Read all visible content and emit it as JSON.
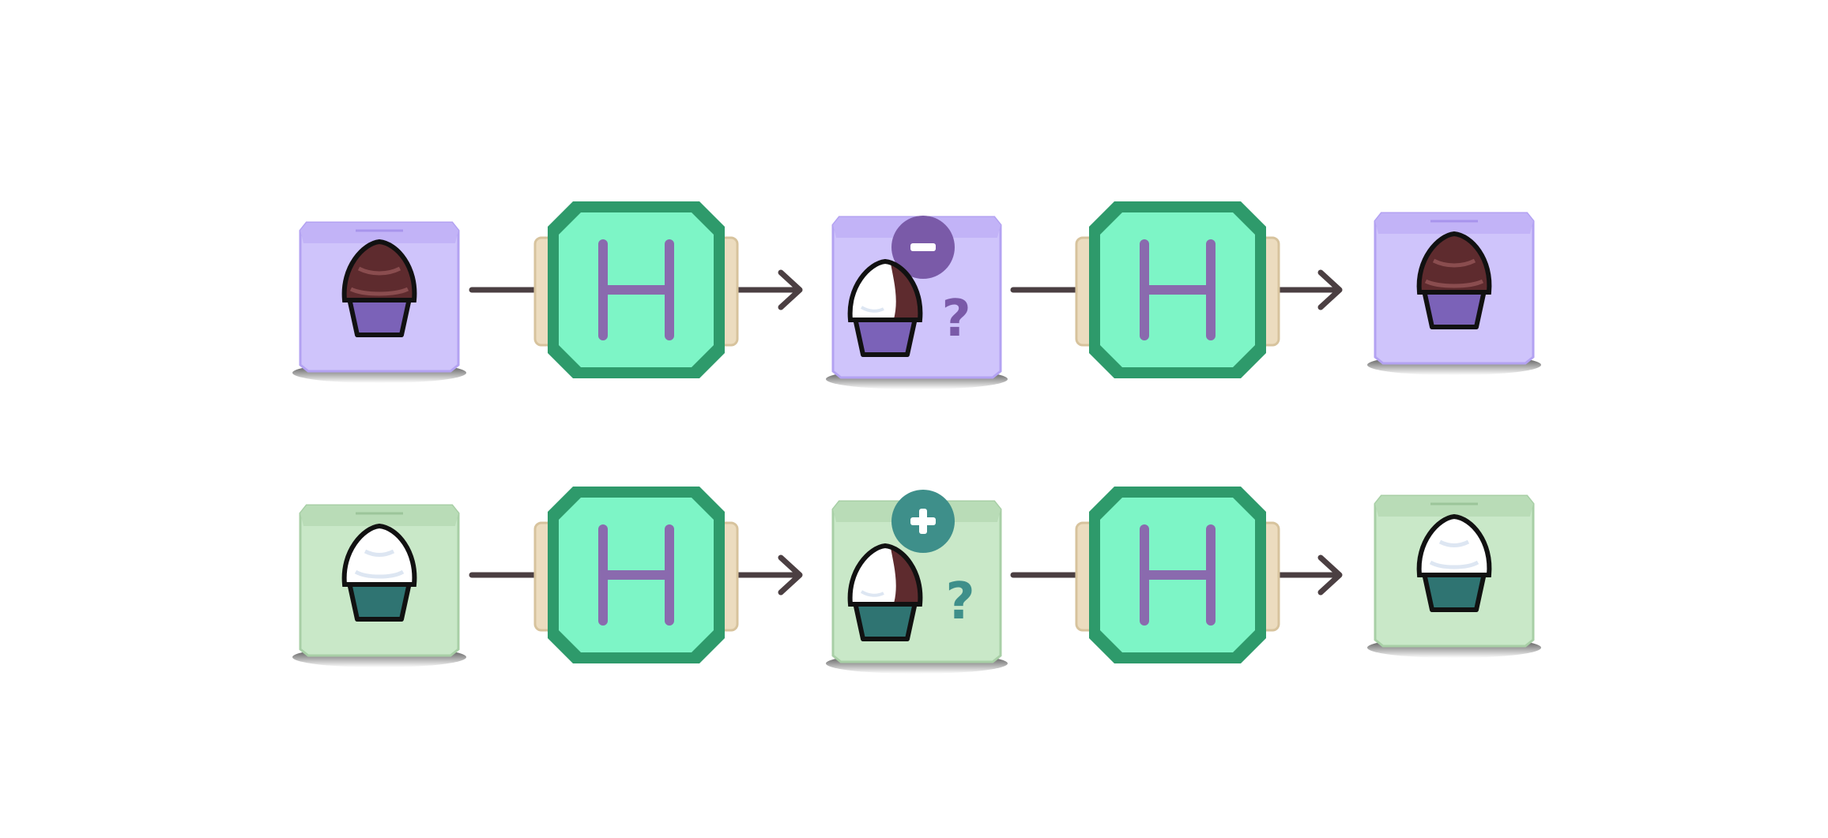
{
  "colors": {
    "background": "#ffffff",
    "purple_box_face": "#cfc4fb",
    "purple_box_top": "#c2b3f7",
    "purple_box_edge": "#b3a2f2",
    "green_box_face": "#c9e8c8",
    "green_box_top": "#b9dcb7",
    "green_box_edge": "#a8cfa6",
    "gate_fill": "#7df5c6",
    "gate_border": "#2e9a6b",
    "gate_letter": "#8a6aae",
    "gate_back": "#ecdcbf",
    "connector": "#4b3f42",
    "purple_badge": "#7a5aa8",
    "teal_badge": "#3e8f8a",
    "chocolate_frosting": "#5e2b2e",
    "vanilla_frosting": "#ffffff",
    "purple_cup": "#7b62b8",
    "teal_cup": "#2f7472"
  },
  "rows": [
    {
      "name": "purple-row",
      "start_box": {
        "color": "purple",
        "cupcake": "chocolate-frosting-purple-cup"
      },
      "gate_1": {
        "letter": "H"
      },
      "middle_box": {
        "color": "purple",
        "cupcake": "mixed-frosting-purple-cup",
        "badge_symbol": "−",
        "mark": "?"
      },
      "gate_2": {
        "letter": "H"
      },
      "end_box": {
        "color": "purple",
        "cupcake": "chocolate-frosting-purple-cup"
      }
    },
    {
      "name": "green-row",
      "start_box": {
        "color": "green",
        "cupcake": "vanilla-frosting-teal-cup"
      },
      "gate_1": {
        "letter": "H"
      },
      "middle_box": {
        "color": "green",
        "cupcake": "mixed-frosting-teal-cup",
        "badge_symbol": "+",
        "mark": "?"
      },
      "gate_2": {
        "letter": "H"
      },
      "end_box": {
        "color": "green",
        "cupcake": "vanilla-frosting-teal-cup"
      }
    }
  ]
}
